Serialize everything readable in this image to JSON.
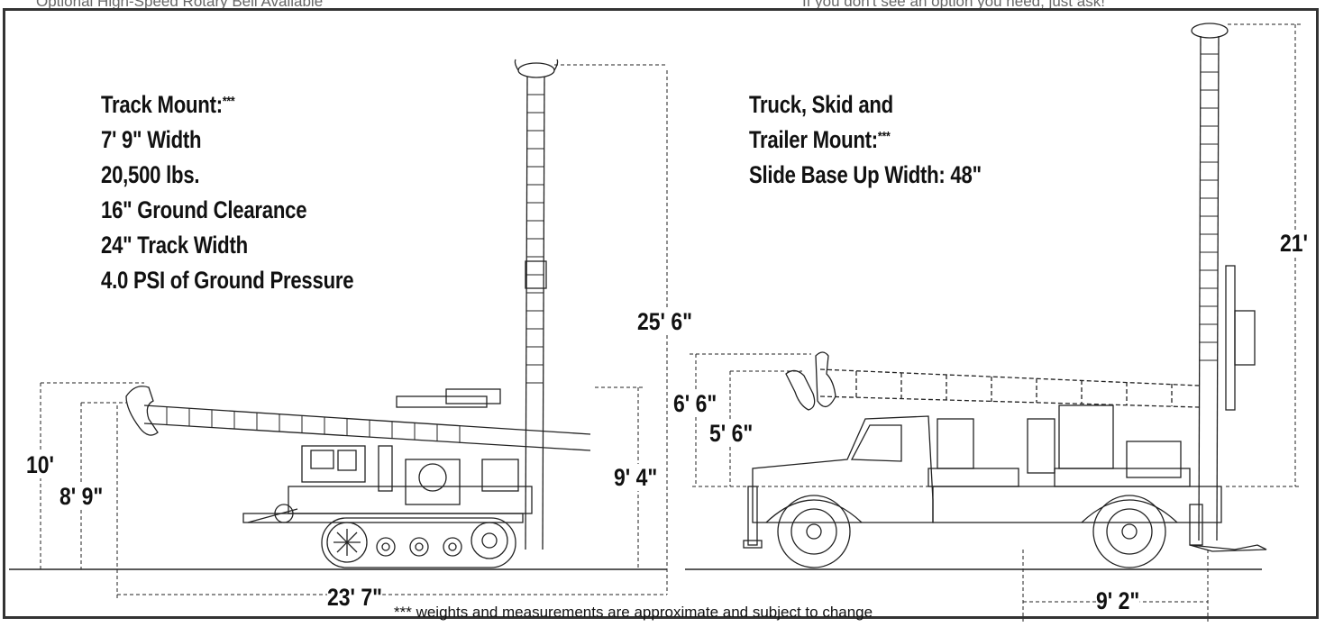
{
  "header": {
    "left_text": "Optional High-Speed Rotary Bell Available",
    "right_text": "If you don't see an option you need, just ask!"
  },
  "track_mount": {
    "title": "Track Mount:",
    "title_stars": "***",
    "specs": [
      "7' 9\" Width",
      "20,500 lbs.",
      "16\" Ground Clearance",
      "24\" Track Width",
      "4.0 PSI of Ground Pressure"
    ]
  },
  "truck_mount": {
    "title_line1": "Truck, Skid and",
    "title_line2": "Trailer Mount:",
    "title_stars": "***",
    "spec": "Slide Base Up Width:  48\""
  },
  "dimensions": {
    "height_10": "10'",
    "height_8_9": "8' 9\"",
    "length_23_7": "23' 7\"",
    "height_9_4": "9' 4\"",
    "height_25_6": "25' 6\"",
    "height_6_6": "6' 6\"",
    "height_5_6": "5' 6\"",
    "height_21": "21'",
    "length_9_2": "9' 2\""
  },
  "footnote": "*** weights and measurements are approximate and subject to change"
}
